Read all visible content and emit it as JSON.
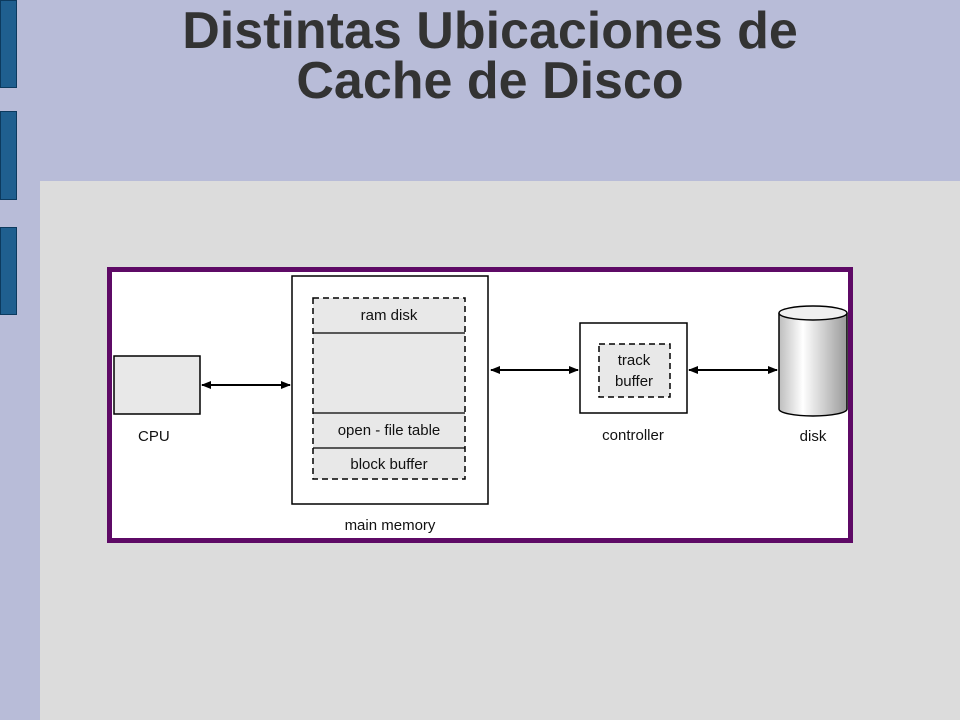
{
  "slide": {
    "title_line1": "Distintas Ubicaciones de",
    "title_line2": "Cache de Disco"
  },
  "diagram": {
    "cpu_label": "CPU",
    "main_memory_label": "main memory",
    "ram_disk_label": "ram disk",
    "open_file_table_label": "open - file table",
    "block_buffer_label": "block buffer",
    "controller_label": "controller",
    "track_buffer_label_1": "track",
    "track_buffer_label_2": "buffer",
    "disk_label": "disk"
  },
  "colors": {
    "background": "#b8bcd8",
    "content_panel": "#dcdcdc",
    "frame_border": "#5e0a66",
    "side_bars": "#1f5f8f"
  }
}
